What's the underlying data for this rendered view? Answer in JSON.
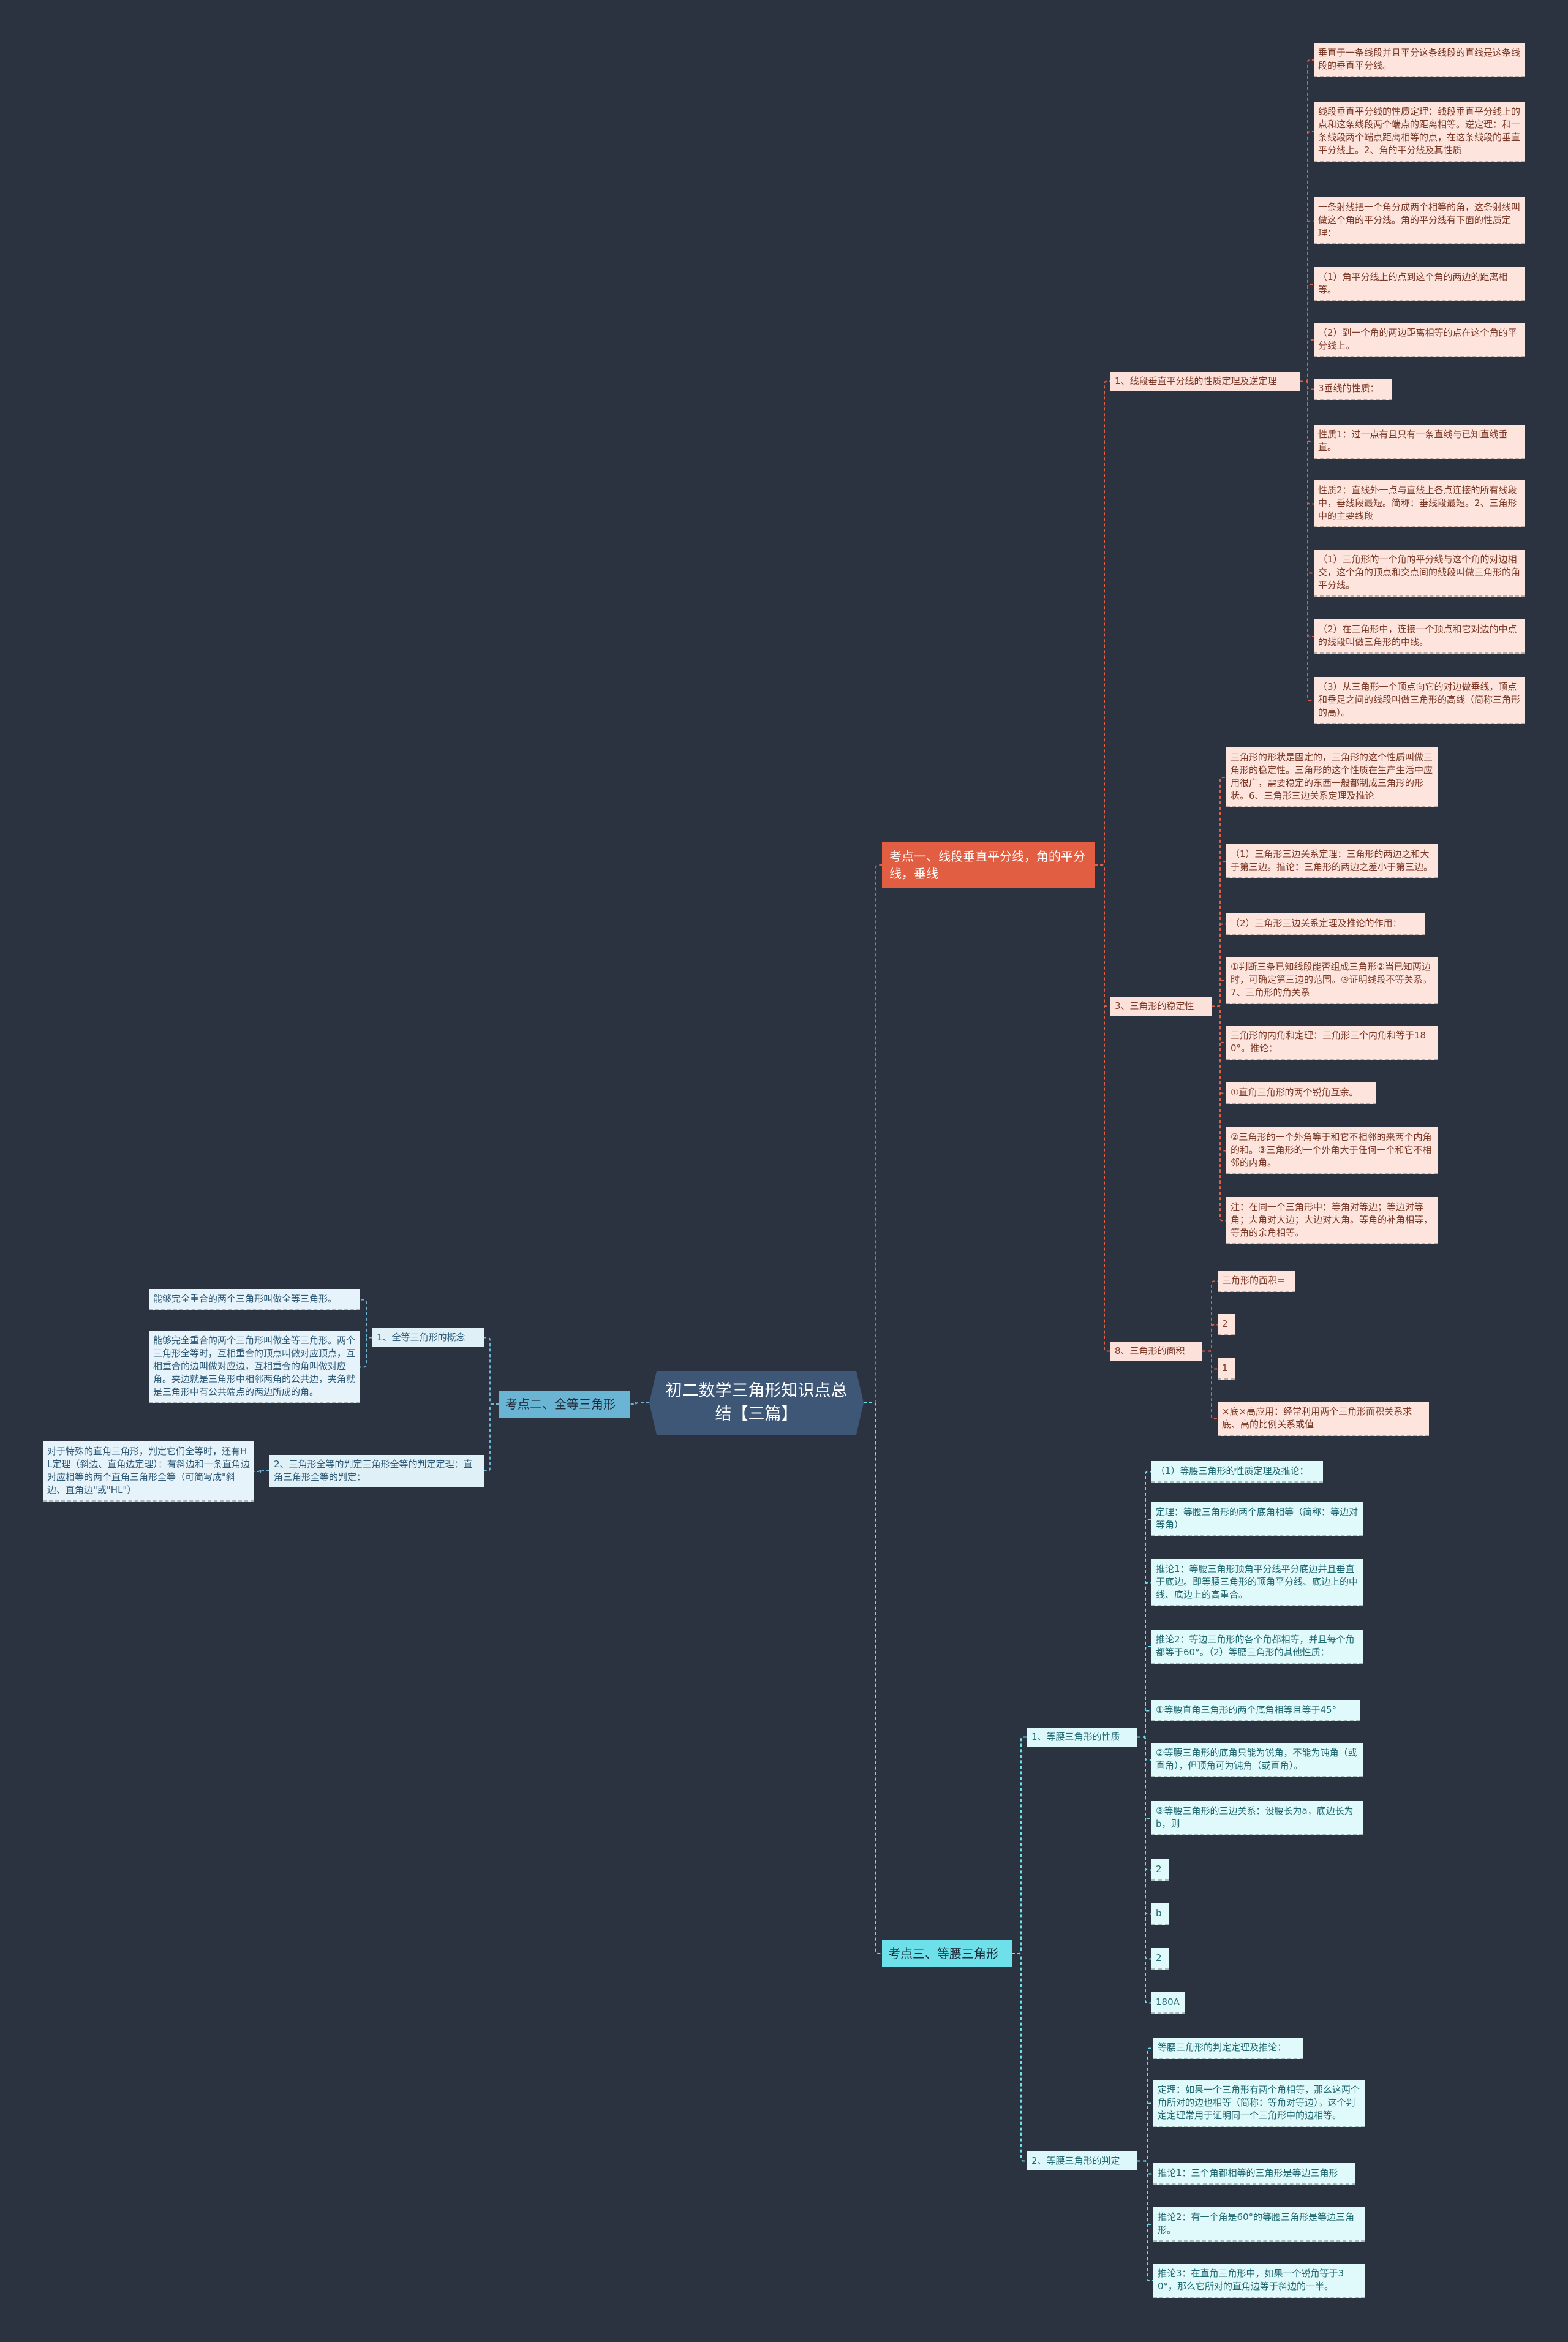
{
  "root": {
    "title": "初二数学三角形知识点总结【三篇】"
  },
  "colors": {
    "background": "#2b3240",
    "root": "#3f5777",
    "branch1": "#e25e42",
    "branch2": "#6ab5d4",
    "branch3": "#6ee0ea"
  },
  "branch1": {
    "title": "考点一、线段垂直平分线，角的平分线，垂线",
    "sub1": {
      "title": "1、线段垂直平分线的性质定理及逆定理",
      "leaves": [
        "垂直于一条线段并且平分这条线段的直线是这条线段的垂直平分线。",
        "线段垂直平分线的性质定理：线段垂直平分线上的点和这条线段两个端点的距离相等。逆定理：和一条线段两个端点距离相等的点，在这条线段的垂直平分线上。2、角的平分线及其性质",
        "一条射线把一个角分成两个相等的角，这条射线叫做这个角的平分线。角的平分线有下面的性质定理：",
        "（1）角平分线上的点到这个角的两边的距离相等。",
        "（2）到一个角的两边距离相等的点在这个角的平分线上。",
        "3垂线的性质：",
        "性质1：过一点有且只有一条直线与已知直线垂直。",
        "性质2：直线外一点与直线上各点连接的所有线段中，垂线段最短。简称：垂线段最短。2、三角形中的主要线段",
        "（1）三角形的一个角的平分线与这个角的对边相交，这个角的顶点和交点间的线段叫做三角形的角平分线。",
        "（2）在三角形中，连接一个顶点和它对边的中点的线段叫做三角形的中线。",
        "（3）从三角形一个顶点向它的对边做垂线，顶点和垂足之间的线段叫做三角形的高线（简称三角形的高）。"
      ]
    },
    "sub2": {
      "title": "3、三角形的稳定性",
      "leaves": [
        "三角形的形状是固定的，三角形的这个性质叫做三角形的稳定性。三角形的这个性质在生产生活中应用很广，需要稳定的东西一般都制成三角形的形状。6、三角形三边关系定理及推论",
        "（1）三角形三边关系定理：三角形的两边之和大于第三边。推论：三角形的两边之差小于第三边。",
        "（2）三角形三边关系定理及推论的作用：",
        "①判断三条已知线段能否组成三角形②当已知两边时，可确定第三边的范围。③证明线段不等关系。7、三角形的角关系",
        "三角形的内角和定理：三角形三个内角和等于180°。推论：",
        "①直角三角形的两个锐角互余。",
        "②三角形的一个外角等于和它不相邻的来两个内角的和。③三角形的一个外角大于任何一个和它不相邻的内角。",
        "注：在同一个三角形中：等角对等边；等边对等角；大角对大边；大边对大角。等角的补角相等，等角的余角相等。"
      ]
    },
    "sub3": {
      "title": "8、三角形的面积",
      "leaves": [
        "三角形的面积=",
        "2",
        "1",
        "×底×高应用：经常利用两个三角形面积关系求底、高的比例关系或值"
      ]
    }
  },
  "branch2": {
    "title": "考点二、全等三角形",
    "sub1": {
      "title": "1、全等三角形的概念",
      "leaves": [
        "能够完全重合的两个三角形叫做全等三角形。",
        "能够完全重合的两个三角形叫做全等三角形。两个三角形全等时，互相重合的顶点叫做对应顶点，互相重合的边叫做对应边，互相重合的角叫做对应角。夹边就是三角形中相邻两角的公共边，夹角就是三角形中有公共端点的两边所成的角。"
      ]
    },
    "sub2": {
      "title": "2、三角形全等的判定三角形全等的判定定理：直角三角形全等的判定：",
      "leaves": [
        "对于特殊的直角三角形，判定它们全等时，还有HL定理（斜边、直角边定理）：有斜边和一条直角边对应相等的两个直角三角形全等（可简写成\"斜边、直角边\"或\"HL\"）"
      ]
    }
  },
  "branch3": {
    "title": "考点三、等腰三角形",
    "sub1": {
      "title": "1、等腰三角形的性质",
      "leaves": [
        "（1）等腰三角形的性质定理及推论：",
        "定理：等腰三角形的两个底角相等（简称：等边对等角）",
        "推论1：等腰三角形顶角平分线平分底边并且垂直于底边。即等腰三角形的顶角平分线、底边上的中线、底边上的高重合。",
        "推论2：等边三角形的各个角都相等，并且每个角都等于60°。（2）等腰三角形的其他性质：",
        "①等腰直角三角形的两个底角相等且等于45°",
        "②等腰三角形的底角只能为锐角，不能为钝角（或直角），但顶角可为钝角（或直角）。",
        "③等腰三角形的三边关系：设腰长为a，底边长为b，则",
        "2",
        "b",
        "2",
        "180A"
      ]
    },
    "sub2": {
      "title": "2、等腰三角形的判定",
      "leaves": [
        "等腰三角形的判定定理及推论：",
        "定理：如果一个三角形有两个角相等，那么这两个角所对的边也相等（简称：等角对等边）。这个判定定理常用于证明同一个三角形中的边相等。",
        "推论1：三个角都相等的三角形是等边三角形",
        "推论2：有一个角是60°的等腰三角形是等边三角形。",
        "推论3：在直角三角形中，如果一个锐角等于30°，那么它所对的直角边等于斜边的一半。"
      ]
    }
  }
}
